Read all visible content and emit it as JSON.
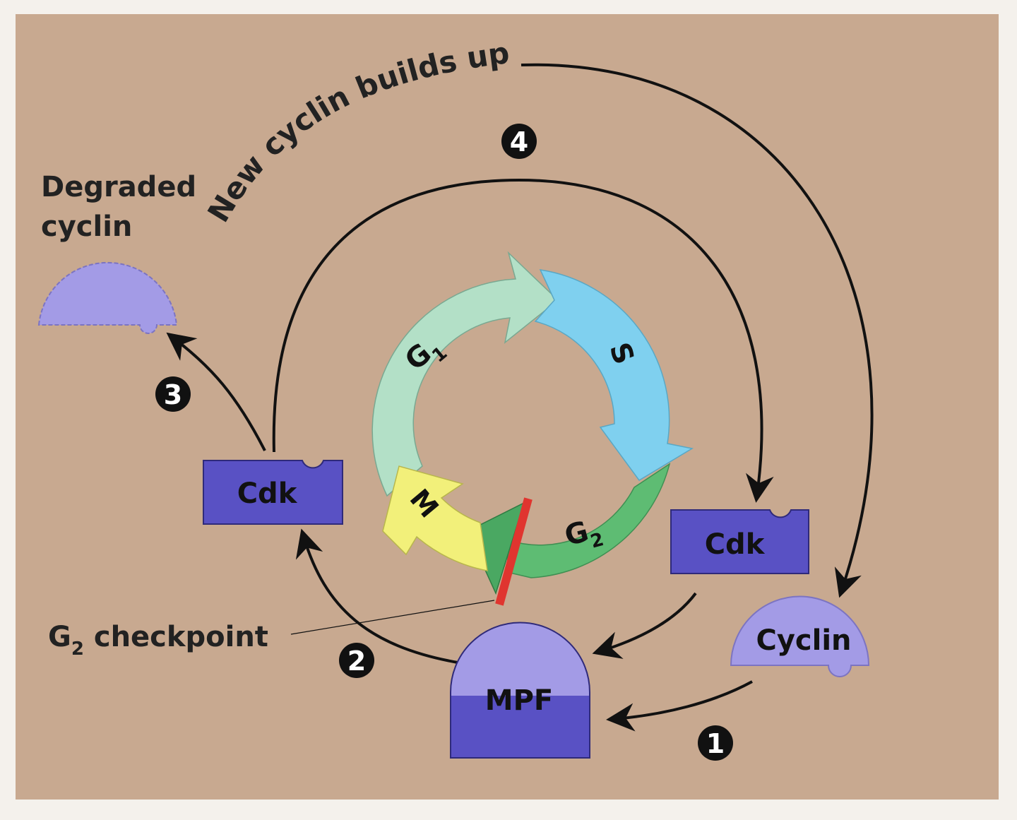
{
  "colors": {
    "background": "#c8a990",
    "cdk": "#5951c4",
    "cyclin": "#a39be6",
    "g1": "#b3e0c7",
    "s": "#7fd0ef",
    "g2": "#5ebc73",
    "m": "#f2f07a",
    "checkpoint": "#e0352f",
    "arrow": "#111111"
  },
  "labels": {
    "new_cyclin": "New cyclin builds up",
    "degraded_line1": "Degraded",
    "degraded_line2": "cyclin",
    "g2_checkpoint_prefix": "G",
    "g2_checkpoint_sub": "2",
    "g2_checkpoint_suffix": " checkpoint",
    "cdk_left": "Cdk",
    "cdk_right": "Cdk",
    "cyclin": "Cyclin",
    "mpf": "MPF"
  },
  "phases": {
    "g1_letter": "G",
    "g1_sub": "1",
    "s": "S",
    "g2_letter": "G",
    "g2_sub": "2",
    "m": "M"
  },
  "steps": [
    "1",
    "2",
    "3",
    "4"
  ]
}
